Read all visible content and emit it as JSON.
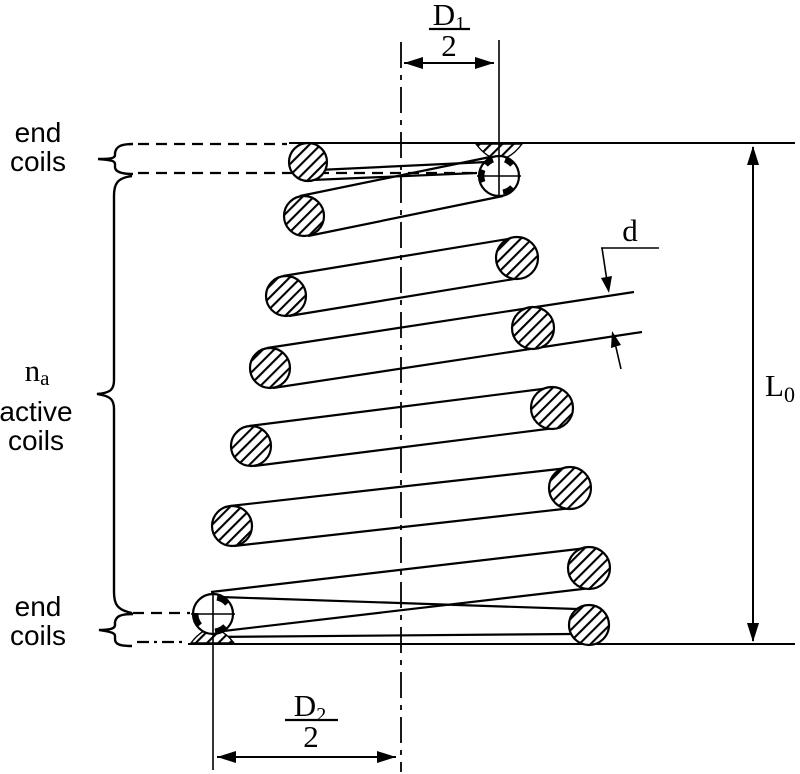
{
  "title": "Helical conical compression spring free-length diagram",
  "labels": {
    "end_coils_top": {
      "line1": "end",
      "line2": "coils"
    },
    "active_coils": {
      "n": "n",
      "n_sub": "a",
      "line2": "active",
      "line3": "coils"
    },
    "end_coils_bottom": {
      "line1": "end",
      "line2": "coils"
    },
    "dim_d1": {
      "base": "D",
      "sub": "1",
      "denominator": "2"
    },
    "dim_d2": {
      "base": "D",
      "sub": "2",
      "denominator": "2"
    },
    "dim_l0": {
      "base": "L",
      "sub": "0"
    },
    "dim_wire": {
      "label": "d"
    }
  },
  "colors": {
    "line": "#000000",
    "background": "#ffffff"
  }
}
